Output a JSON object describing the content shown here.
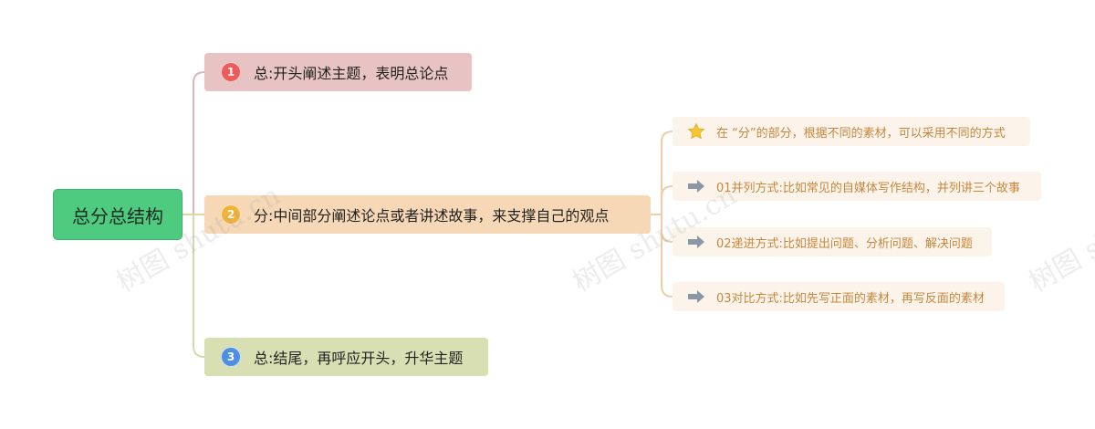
{
  "root": {
    "label": "总分总结构",
    "color": "#4ecb7f"
  },
  "branches": [
    {
      "number": "1",
      "label": "总:开头阐述主题，表明总论点",
      "color": "#e7c3c3",
      "badge_color": "#ef5a5a",
      "line_color": "#dcb6b6"
    },
    {
      "number": "2",
      "label": "分:中间部分阐述论点或者讲述故事，来支撑自己的观点",
      "color": "#f6d8b6",
      "badge_color": "#f2b23a",
      "line_color": "#f0cda8"
    },
    {
      "number": "3",
      "label": "总:结尾，再呼应开头，升华主题",
      "color": "#d7dfb3",
      "badge_color": "#4d8fe0",
      "line_color": "#d2dba8"
    }
  ],
  "leaves": [
    {
      "icon": "star-icon",
      "label": "在 “分”的部分，根据不同的素材，可以采用不同的方式"
    },
    {
      "icon": "arrow-right-icon",
      "label": "01并列方式:比如常见的自媒体写作结构，并列讲三个故事"
    },
    {
      "icon": "arrow-right-icon",
      "label": "02递进方式:比如提出问题、分析问题、解决问题"
    },
    {
      "icon": "arrow-right-icon",
      "label": "03对比方式:比如先写正面的素材，再写反面的素材"
    }
  ],
  "watermark": {
    "text": "树图 shutu.cn"
  }
}
